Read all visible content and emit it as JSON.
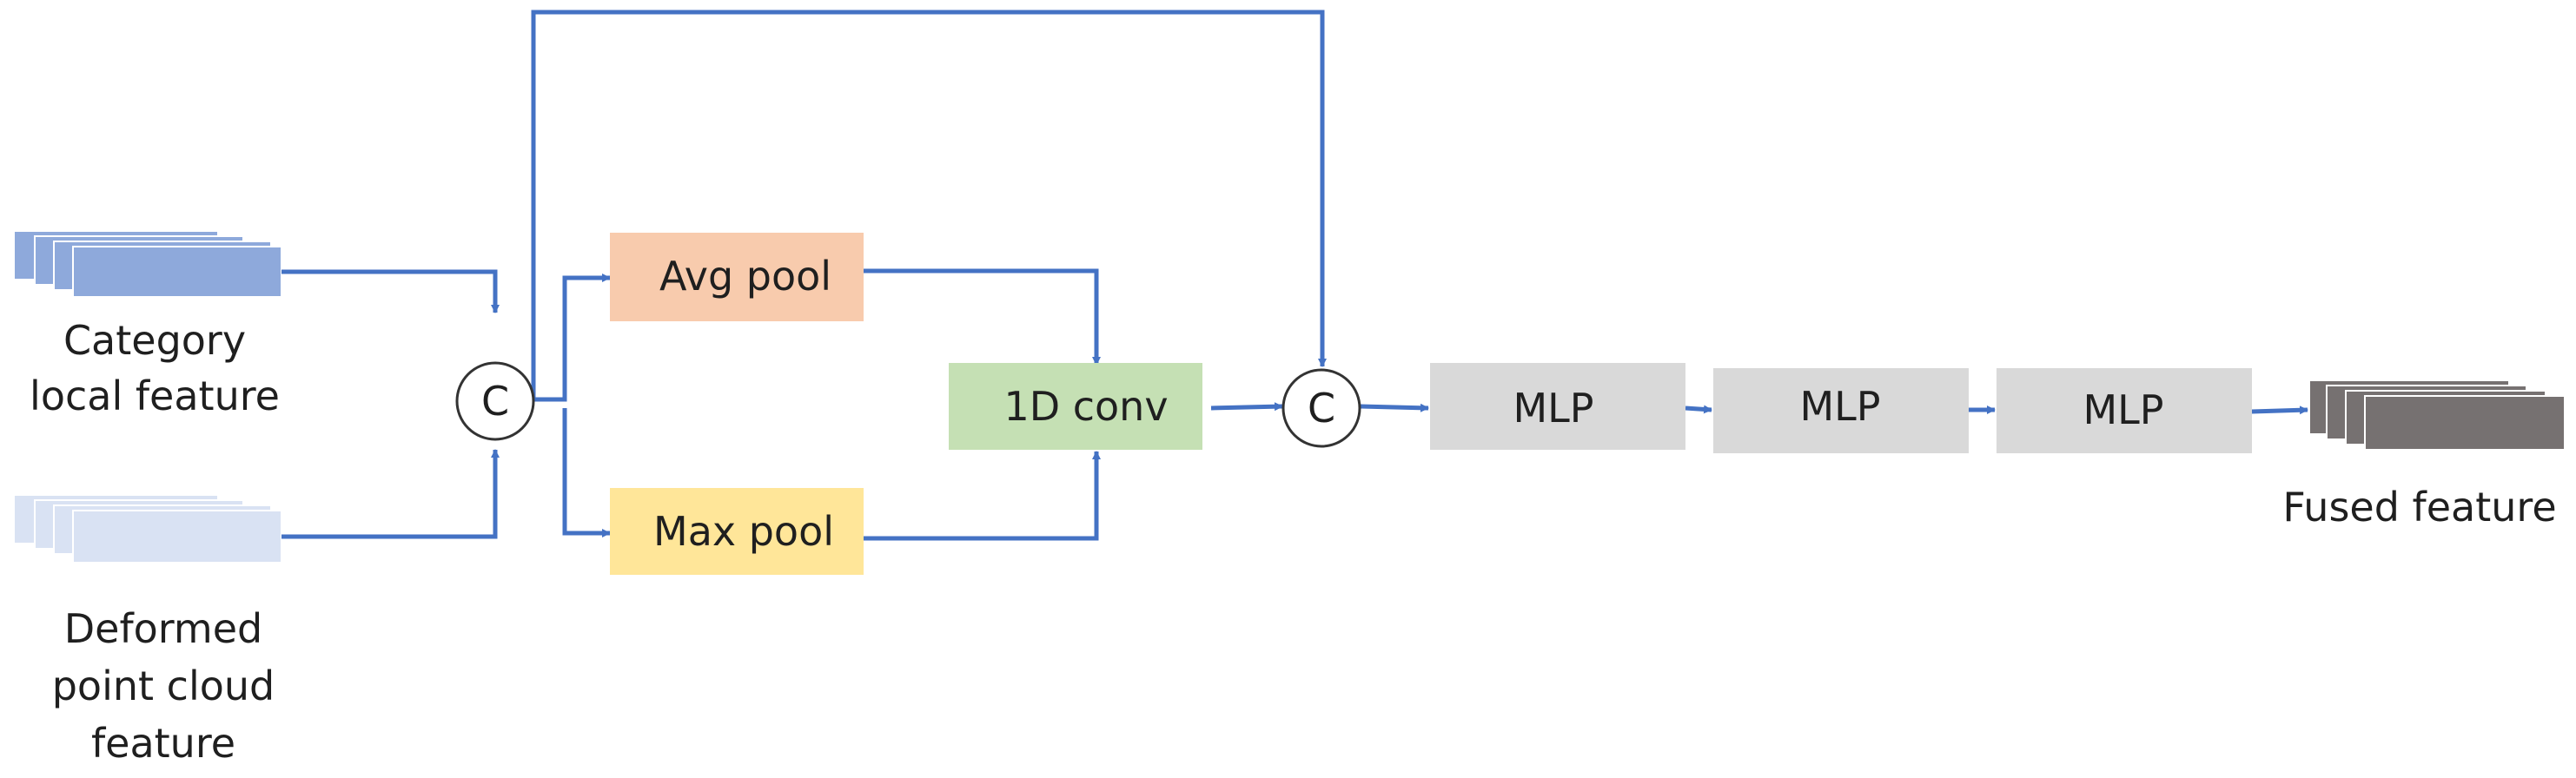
{
  "labels": {
    "category_line1": "Category",
    "category_line2": "local feature",
    "deformed_line1": "Deformed",
    "deformed_line2": "point cloud",
    "deformed_line3": "feature",
    "fused": "Fused feature"
  },
  "nodes": {
    "concat1": "C",
    "concat2": "C",
    "avg_pool": "Avg pool",
    "max_pool": "Max pool",
    "conv": "1D conv",
    "mlp1": "MLP",
    "mlp2": "MLP",
    "mlp3": "MLP"
  },
  "colors": {
    "arrow": "#4472C4",
    "category_feature": "#8EA9DB",
    "deformed_feature": "#D9E2F3",
    "avg_pool": "#F8CBAD",
    "max_pool": "#FFE699",
    "conv": "#C5E0B4",
    "mlp": "#D9D9D9",
    "fused_feature": "#767171"
  }
}
